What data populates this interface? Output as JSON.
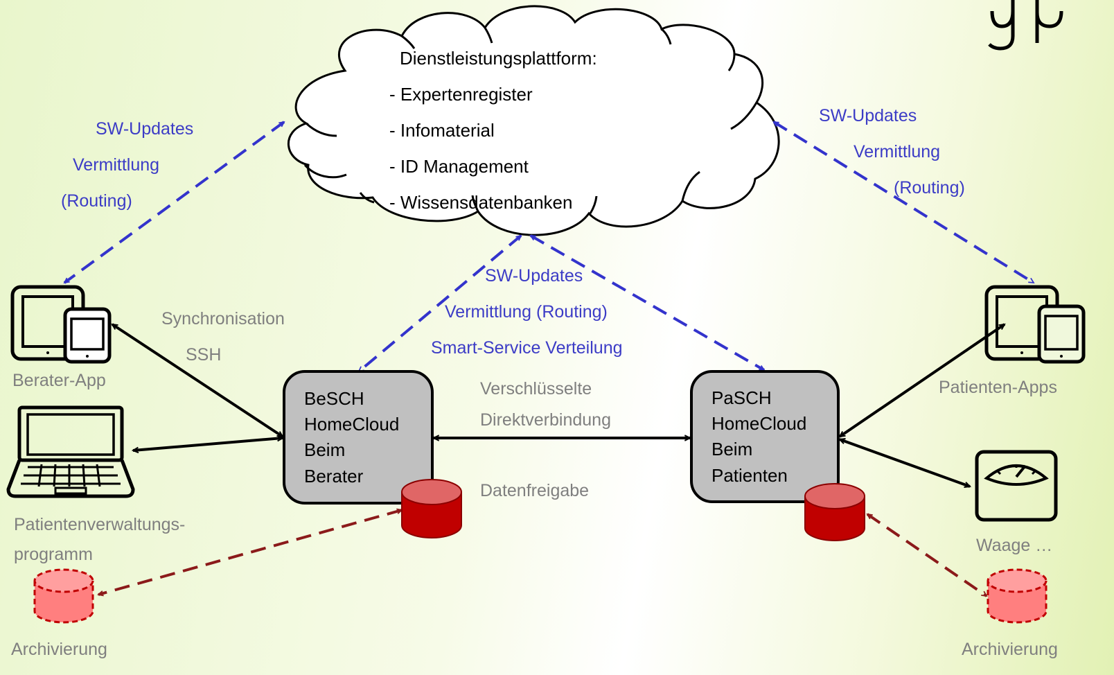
{
  "colors": {
    "link_blue": "#3333cc",
    "link_dark": "#000000",
    "archive_red": "#8b1a1a",
    "db_red": "#c00000",
    "db_light": "#ff8080",
    "node_fill": "#c0c0c0",
    "label_gray": "#7f7f7f",
    "label_blue": "#3c3cc6"
  },
  "cloud": {
    "title": "Dienstleistungsplattform:",
    "items": [
      "- Expertenregister",
      "- Infomaterial",
      "- ID Management",
      "- Wissensdatenbanken"
    ]
  },
  "left_link_labels": [
    "SW-Updates",
    "Vermittlung",
    "(Routing)"
  ],
  "right_link_labels": [
    "SW-Updates",
    "Vermittlung",
    "(Routing)"
  ],
  "center_link_labels": [
    "SW-Updates",
    "Vermittlung (Routing)",
    "Smart-Service Verteilung"
  ],
  "sync_labels": [
    "Synchronisation",
    "SSH"
  ],
  "direct_labels": [
    "Verschlüsselte",
    "Direktverbindung"
  ],
  "datenfreigabe": "Datenfreigabe",
  "berater_node": [
    "BeSCH",
    "HomeCloud",
    "Beim",
    "Berater"
  ],
  "patient_node": [
    "PaSCH",
    "HomeCloud",
    "Beim",
    "Patienten"
  ],
  "devices": {
    "berater_app": "Berater-App",
    "patient_admin": [
      "Patientenverwaltungs-",
      "programm"
    ],
    "patient_apps": "Patienten-Apps",
    "scale": "Waage …"
  },
  "archive_left": "Archivierung",
  "archive_right": "Archivierung",
  "icons": [
    "tablet-phone-icon",
    "laptop-icon",
    "scale-icon",
    "database-icon",
    "cloud-icon"
  ]
}
